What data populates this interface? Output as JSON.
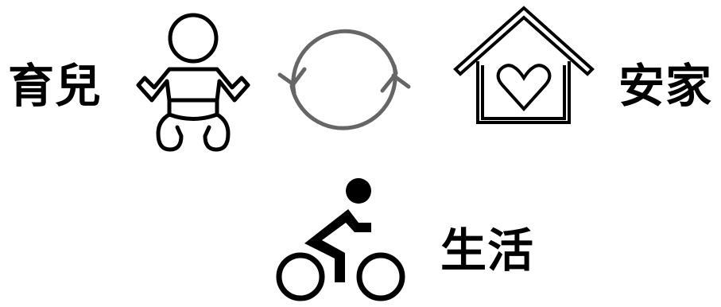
{
  "labels": {
    "parenting": "育兒",
    "home": "安家",
    "life": "生活"
  },
  "icons": {
    "baby": "baby-icon",
    "cycle": "cycle-arrows-icon",
    "home": "house-heart-icon",
    "life": "cyclist-icon"
  },
  "colors": {
    "text": "#000000",
    "icon": "#000000",
    "cycle": "#666666",
    "background": "#ffffff"
  }
}
